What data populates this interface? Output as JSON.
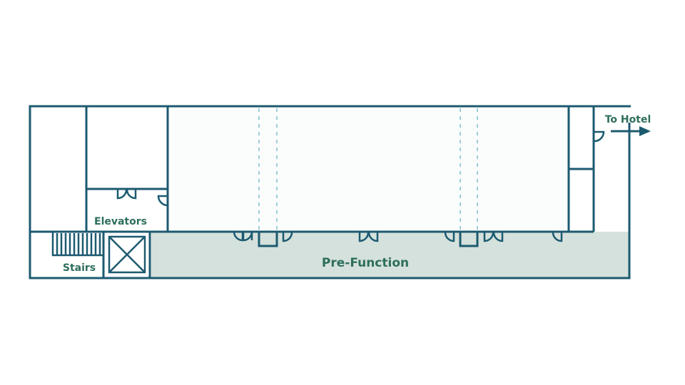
{
  "floor_plan": {
    "labels": {
      "elevators": "Elevators",
      "stairs": "Stairs",
      "pre_function": "Pre-Function",
      "to_hotel": "To Hotel"
    },
    "colors": {
      "wall": "#1c5a70",
      "pre_function_fill": "#d5e1dc",
      "room_fill": "#fbfcfc",
      "label": "#2e6e5c",
      "partition_dash": "#7fbfcf"
    },
    "icons": {
      "hotel_direction": "arrow-right-icon",
      "elevator": "elevator-cross-icon",
      "stairs": "stairs-icon",
      "doors": "door-swing-icon"
    }
  }
}
